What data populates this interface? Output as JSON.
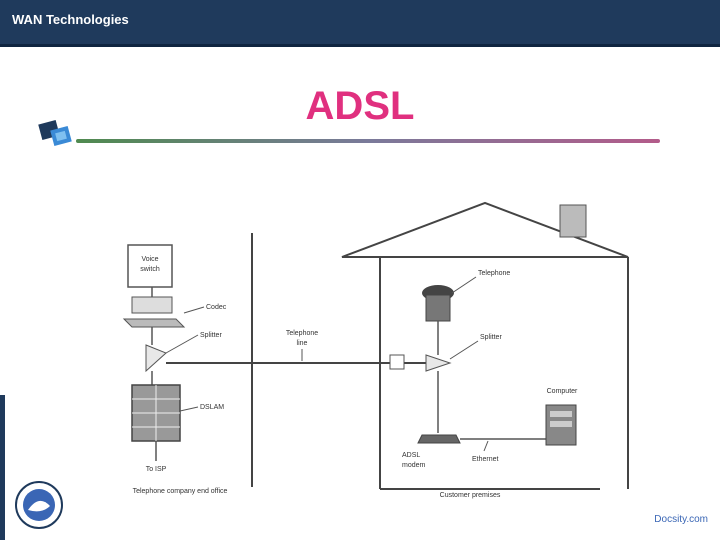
{
  "header": {
    "title": "WAN Technologies"
  },
  "slide": {
    "title": "ADSL"
  },
  "diagram": {
    "labels": {
      "voice_switch": [
        "Voice",
        "switch"
      ],
      "codec": "Codec",
      "splitter_office": "Splitter",
      "telephone_line": [
        "Telephone",
        "line"
      ],
      "dslam": "DSLAM",
      "to_isp": "To ISP",
      "end_office": "Telephone company end office",
      "telephone": "Telephone",
      "splitter_home": "Splitter",
      "computer": "Computer",
      "adsl_modem": [
        "ADSL",
        "modem"
      ],
      "ethernet": "Ethernet",
      "customer_premises": "Customer premises"
    }
  },
  "footer": {
    "watermark": "Docsity.com"
  },
  "colors": {
    "accent": "#e0307f",
    "header": "#1f3a5c"
  }
}
